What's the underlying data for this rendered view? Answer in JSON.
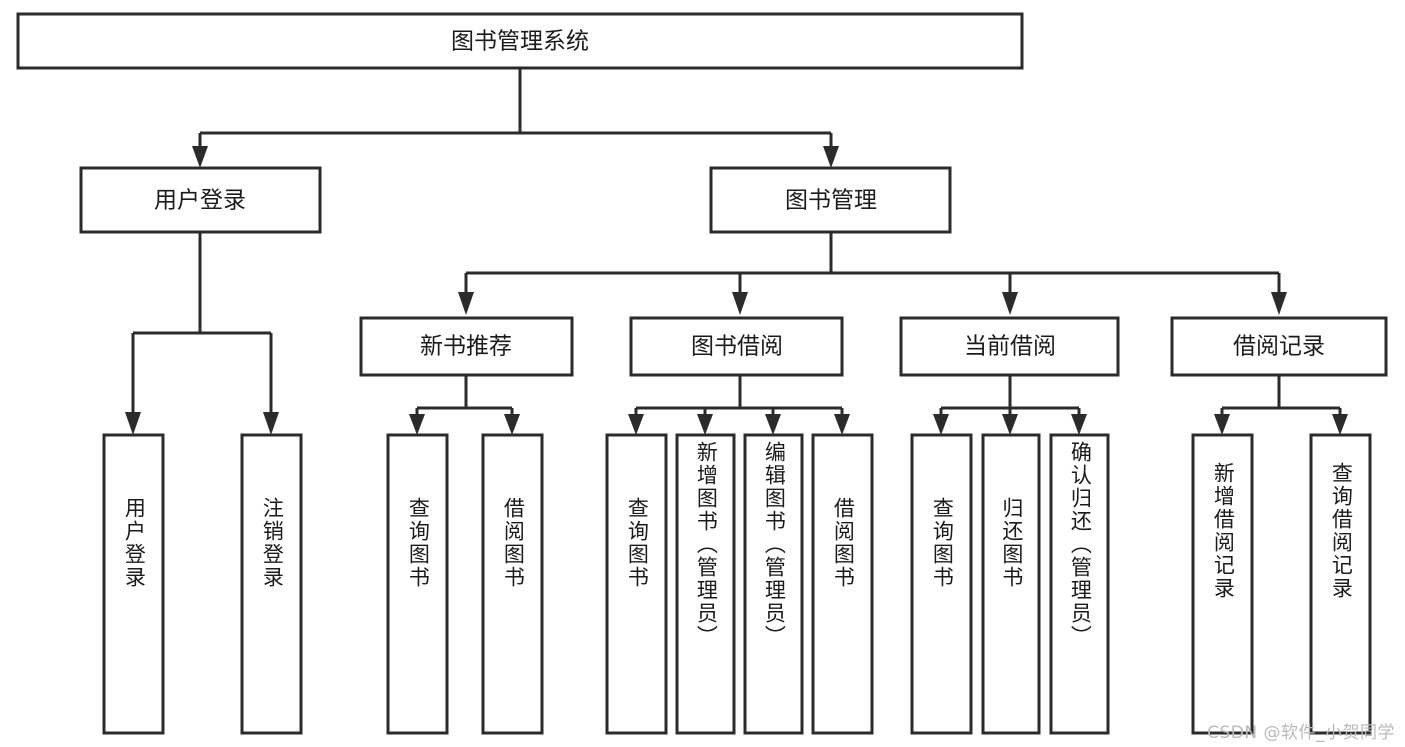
{
  "diagram": {
    "title": "图书管理系统",
    "type": "tree",
    "background_color": "#ffffff",
    "line_color": "#2b2b2b",
    "text_color": "#1b1b1b"
  },
  "root": {
    "label": "图书管理系统"
  },
  "level2": [
    {
      "label": "用户登录"
    },
    {
      "label": "图书管理"
    }
  ],
  "level3": [
    {
      "label": "新书推荐"
    },
    {
      "label": "图书借阅"
    },
    {
      "label": "当前借阅"
    },
    {
      "label": "借阅记录"
    }
  ],
  "leaves": {
    "user_login": [
      {
        "label": "用户登录"
      },
      {
        "label": "注销登录"
      }
    ],
    "new_book_recommend": [
      {
        "label": "查询图书"
      },
      {
        "label": "借阅图书"
      }
    ],
    "book_borrow": [
      {
        "label": "查询图书"
      },
      {
        "label": "新增图书（管理员）"
      },
      {
        "label": "编辑图书（管理员）"
      },
      {
        "label": "借阅图书"
      }
    ],
    "current_borrow": [
      {
        "label": "查询图书"
      },
      {
        "label": "归还图书"
      },
      {
        "label": "确认归还（管理员）"
      }
    ],
    "borrow_record": [
      {
        "label": "新增借阅记录"
      },
      {
        "label": "查询借阅记录"
      }
    ]
  },
  "watermark": {
    "text": "CSDN @软件_小贺同学"
  }
}
